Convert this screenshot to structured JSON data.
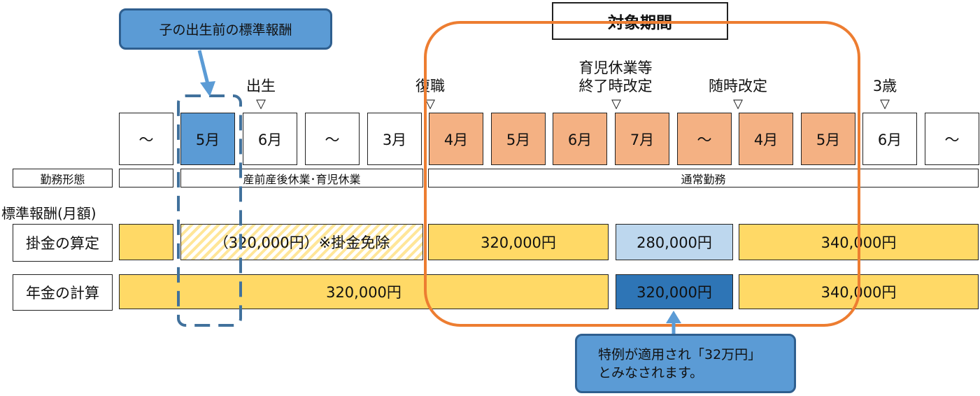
{
  "title": "対象期間",
  "callout_top": "子の出生前の標準報酬",
  "callout_bottom": {
    "line1": "特例が適用され「32万円」",
    "line2": "とみなされます。"
  },
  "events": {
    "birth": "出生",
    "return": "復職",
    "leave_end_line1": "育児休業等",
    "leave_end_line2": "終了時改定",
    "ad_hoc": "随時改定",
    "age3": "3歳",
    "marker": "▽"
  },
  "months": [
    "～",
    "5月",
    "6月",
    "～",
    "3月",
    "4月",
    "5月",
    "6月",
    "7月",
    "～",
    "4月",
    "5月",
    "6月",
    "～"
  ],
  "work": {
    "label": "勤務形態",
    "leave": "産前産後休業･育児休業",
    "normal": "通常勤務"
  },
  "std_label": "標準報酬(月額)",
  "rows": {
    "premium": {
      "label": "掛金の算定",
      "exempt": "（320,000円）※掛金免除",
      "v1": "320,000円",
      "v2": "280,000円",
      "v3": "340,000円"
    },
    "pension": {
      "label": "年金の計算",
      "v1": "320,000円",
      "v2": "320,000円",
      "v3": "340,000円"
    }
  },
  "colors": {
    "orange_frame": "#ed7d31",
    "highlight_month": "#f4b183",
    "blue": "#5b9bd5",
    "yellow": "#ffd966",
    "light_blue": "#bdd7ee",
    "dark_blue": "#2e75b6"
  }
}
